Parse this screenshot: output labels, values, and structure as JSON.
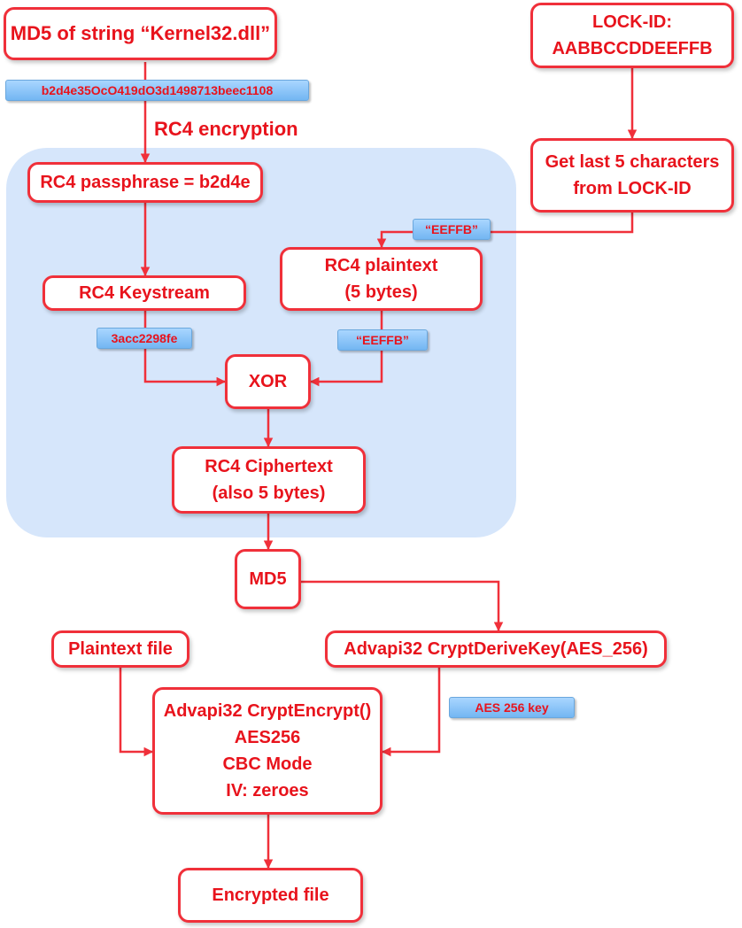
{
  "nodes": {
    "md5_of_string": "MD5 of string “Kernel32.dll”",
    "lock_id": "LOCK-ID:\nAABBCCDDEEFFB",
    "get_last_5": "Get last 5 characters\nfrom LOCK-ID",
    "rc4_passphrase": "RC4 passphrase = b2d4e",
    "rc4_keystream": "RC4 Keystream",
    "rc4_plaintext": "RC4 plaintext\n(5 bytes)",
    "xor": "XOR",
    "rc4_ciphertext": "RC4 Ciphertext\n(also 5 bytes)",
    "md5": "MD5",
    "plaintext_file": "Plaintext file",
    "crypt_derive_key": "Advapi32 CryptDeriveKey(AES_256)",
    "crypt_encrypt": "Advapi32 CryptEncrypt()\nAES256\nCBC Mode\nIV: zeroes",
    "encrypted_file": "Encrypted file"
  },
  "labels": {
    "hash_value": "b2d4e35OcO419dO3d1498713beec1108",
    "rc4_encryption": "RC4 encryption",
    "eeffb_top": "“EEFFB”",
    "eeffb_bottom": "“EEFFB”",
    "keystream_value": "3acc2298fe",
    "aes_key": "AES 256 key"
  },
  "colors": {
    "stroke": "#f0303a",
    "text": "#e8131c",
    "region": "#d6e6fb",
    "tag": "#8cc6fa"
  }
}
